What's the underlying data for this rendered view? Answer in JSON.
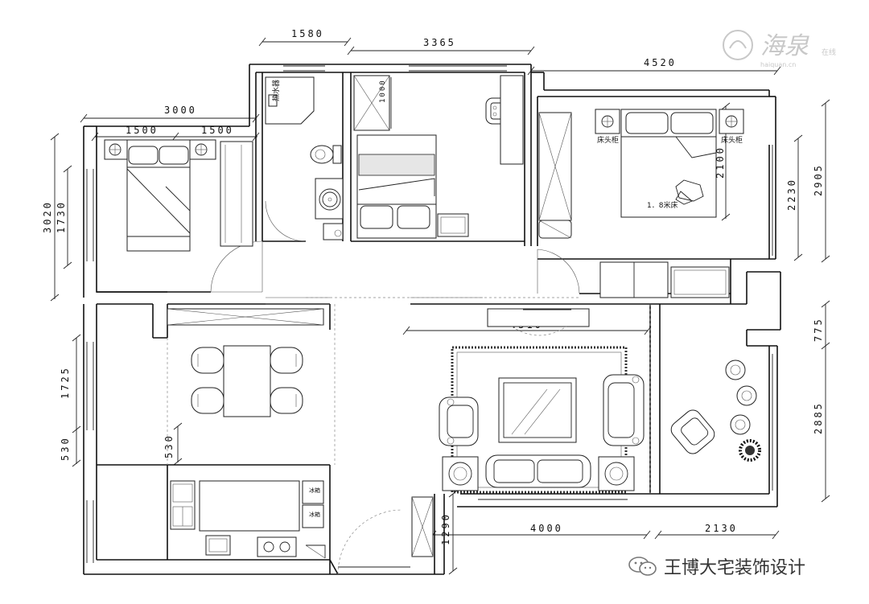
{
  "dimensions": {
    "top_1580": "1580",
    "top_3365": "3365",
    "top_4520": "4520",
    "bedroom_3000": "3000",
    "bedroom_1500a": "1500",
    "bedroom_1500b": "1500",
    "left_3020": "3020",
    "left_1730": "1730",
    "left_1725": "1725",
    "left_530": "530",
    "mid_530": "530",
    "tv_4510": "4510",
    "bed_2100": "2100",
    "right_2230": "2230",
    "right_2905": "2905",
    "right_775": "775",
    "right_2885": "2885",
    "bottom_1290": "1290",
    "bottom_4000": "4000",
    "bottom_2130": "2130"
  },
  "labels": {
    "nightstand_left": "床头柜",
    "nightstand_right": "床头柜",
    "bed_size": "1．8米床",
    "fridge_a": "冰箱",
    "fridge_b": "冰箱",
    "water_heater": "热水器"
  },
  "watermark": {
    "text": "海泉",
    "small": "在线",
    "url": "haiquan.cn"
  },
  "brand": {
    "text": "王博大宅装饰设计",
    "icon": "wechat-icon"
  }
}
